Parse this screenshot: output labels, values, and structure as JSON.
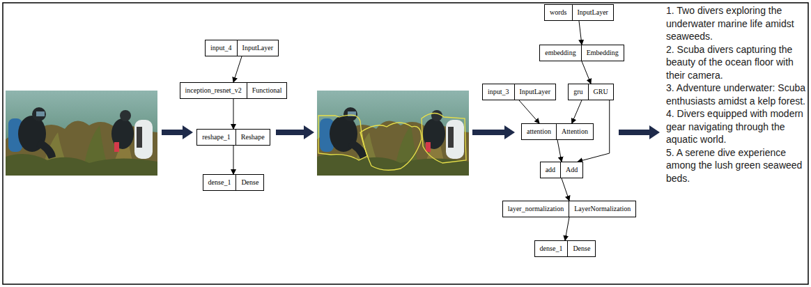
{
  "diagram": {
    "nodes": [
      {
        "text": [
          "input_4",
          "InputLayer"
        ]
      },
      {
        "text": [
          "inception_resnet_v2",
          "Functional"
        ]
      },
      {
        "text": [
          "reshape_1",
          "Reshape"
        ]
      },
      {
        "text": [
          "dense_1",
          "Dense"
        ]
      },
      {
        "text": [
          "words",
          "InputLayer"
        ]
      },
      {
        "text": [
          "embedding",
          "Embedding"
        ]
      },
      {
        "text": [
          "input_3",
          "InputLayer"
        ]
      },
      {
        "text": [
          "gru",
          "GRU"
        ]
      },
      {
        "text": [
          "attention",
          "Attention"
        ]
      },
      {
        "text": [
          "add",
          "Add"
        ]
      },
      {
        "text": [
          "layer_normalization",
          "LayerNormalization"
        ]
      },
      {
        "text": [
          "dense_1",
          "Dense"
        ]
      }
    ],
    "edges": [
      {
        "from": 0,
        "to": 1,
        "arrow": "to"
      },
      {
        "from": 1,
        "to": 2,
        "arrow": "to"
      },
      {
        "from": 2,
        "to": 3,
        "arrow": "to"
      },
      {
        "from": 4,
        "to": 5,
        "arrow": "to"
      },
      {
        "from": 5,
        "to": 7,
        "arrow": "to"
      },
      {
        "from": 6,
        "to": 8,
        "arrow": "to"
      },
      {
        "from": 7,
        "to": 8,
        "arrow": "to"
      },
      {
        "from": 8,
        "to": 9,
        "arrow": "to"
      },
      {
        "from": 7,
        "to": 9,
        "arrow": "to"
      },
      {
        "from": 9,
        "to": 10,
        "arrow": "to"
      },
      {
        "from": 10,
        "to": 11,
        "arrow": "to"
      }
    ],
    "labels": [
      "1. Two divers exploring the underwater marine life amidst seaweeds.",
      "2. Scuba divers capturing the beauty of the ocean floor with their camera.",
      "3. Adventure underwater: Scuba enthusiasts amidst a kelp forest.",
      "4. Divers equipped with modern gear navigating through the aquatic world.",
      "5. A serene dive experience among the lush green seaweed beds."
    ]
  }
}
